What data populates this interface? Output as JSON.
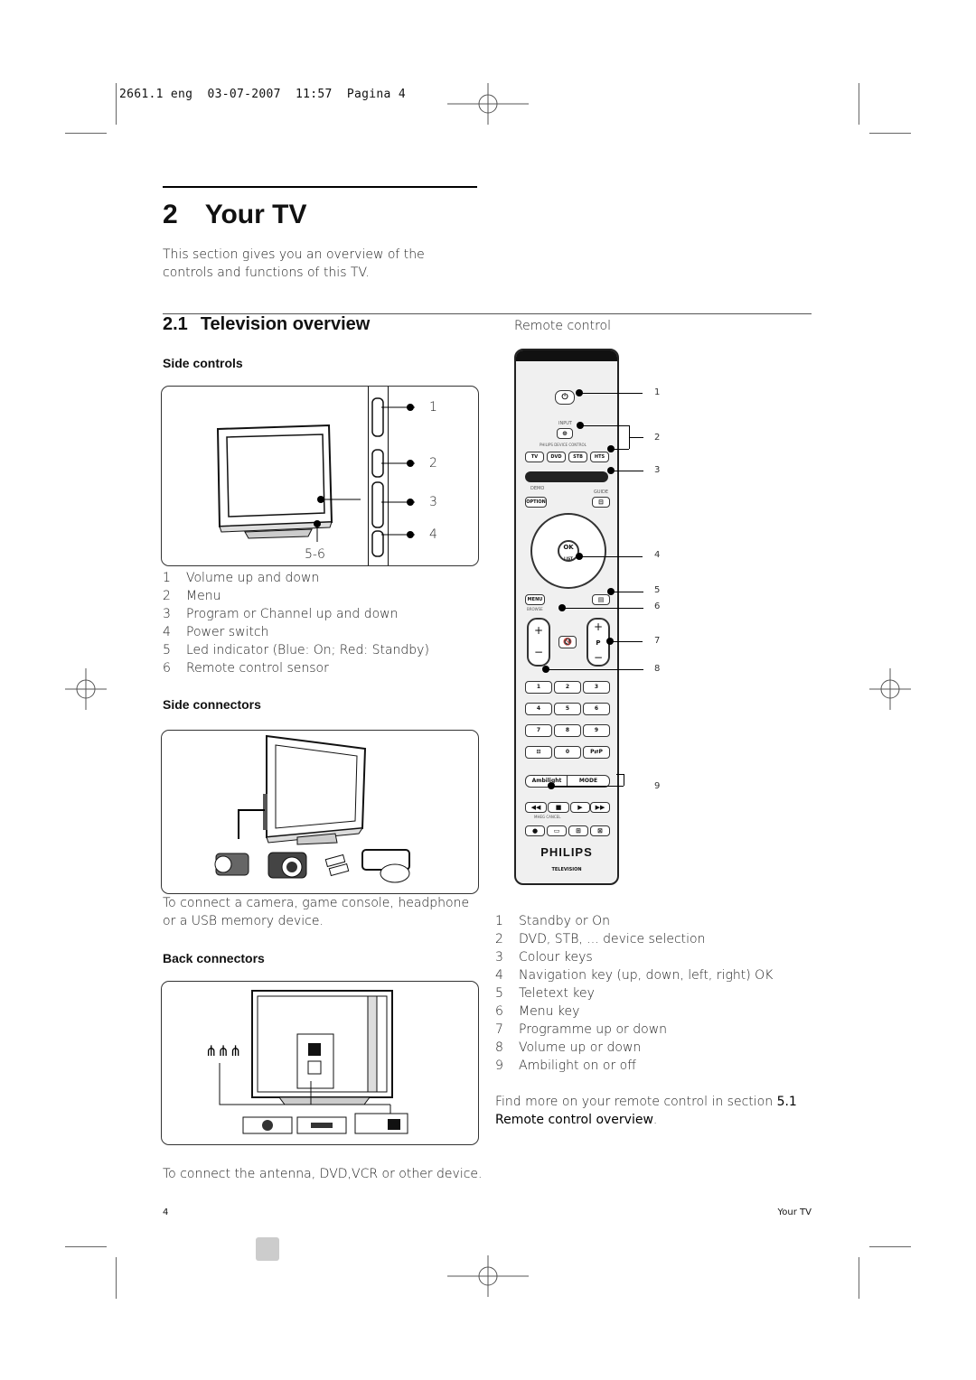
{
  "print_header": "2661.1 eng  03-07-2007  11:57  Pagina 4",
  "chapter": {
    "number": "2",
    "title": "Your TV"
  },
  "intro": "This section gives you an overview of the controls and functions of this TV.",
  "section": {
    "number": "2.1",
    "title": "Television overview"
  },
  "side_controls": {
    "heading": "Side controls",
    "callouts": [
      "1",
      "2",
      "3",
      "4",
      "5-6"
    ],
    "items": [
      {
        "n": "1",
        "text": "Volume up and down"
      },
      {
        "n": "2",
        "text": "Menu"
      },
      {
        "n": "3",
        "text": "Program or Channel up and down"
      },
      {
        "n": "4",
        "text": "Power switch"
      },
      {
        "n": "5",
        "text": "Led indicator (Blue: On; Red: Standby)"
      },
      {
        "n": "6",
        "text": "Remote control sensor"
      }
    ]
  },
  "side_connectors": {
    "heading": "Side connectors",
    "caption": "To connect a camera, game console, headphone or a USB memory device."
  },
  "back_connectors": {
    "heading": "Back connectors",
    "caption": "To connect the antenna, DVD,VCR or other device."
  },
  "remote": {
    "title": "Remote control",
    "callouts": [
      "1",
      "2",
      "3",
      "4",
      "5",
      "6",
      "7",
      "8",
      "9"
    ],
    "buttons": {
      "input": "INPUT",
      "device_control": "PHILIPS DEVICE CONTROL",
      "tv": "TV",
      "dvd": "DVD",
      "stb": "STB",
      "hts": "HTS",
      "demo": "DEMO",
      "guide": "GUIDE",
      "option": "OPTION",
      "ok": "OK",
      "list": "LIST",
      "menu": "MENU",
      "browse": "BROWSE",
      "p": "P",
      "k1": "1",
      "k2": "2",
      "k3": "3",
      "k4": "4",
      "k5": "5",
      "k6": "6",
      "k7": "7",
      "k8": "8",
      "k9": "9",
      "k0": "0",
      "pp": "P⇄P",
      "ambilight": "Ambilight",
      "mode": "MODE",
      "mhg": "MHEG CANCEL",
      "brand": "PHILIPS",
      "brand_sub": "TELEVISION"
    },
    "items": [
      {
        "n": "1",
        "text": "Standby or On"
      },
      {
        "n": "2",
        "text": "DVD, STB, ... device selection"
      },
      {
        "n": "3",
        "text": "Colour keys"
      },
      {
        "n": "4",
        "text": "Navigation key (up, down, left, right) OK"
      },
      {
        "n": "5",
        "text": "Teletext key"
      },
      {
        "n": "6",
        "text": "Menu key"
      },
      {
        "n": "7",
        "text": "Programme up or down"
      },
      {
        "n": "8",
        "text": "Volume up or down"
      },
      {
        "n": "9",
        "text": "Ambilight on or off"
      }
    ],
    "more_pre": "Find more on your remote control in section ",
    "more_ref": "5.1",
    "more_link": "Remote control overview",
    "more_post": "."
  },
  "footer": {
    "page": "4",
    "section": "Your TV"
  }
}
